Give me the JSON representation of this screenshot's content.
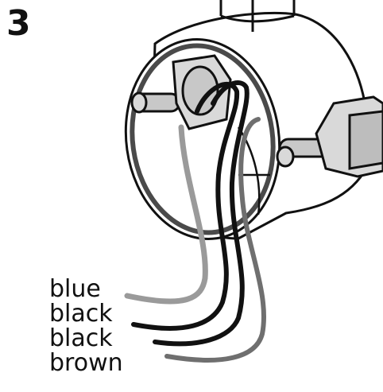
{
  "step": {
    "number": "3"
  },
  "wires": [
    {
      "label": "blue",
      "color": "#9a9a9a"
    },
    {
      "label": "black",
      "color": "#111111"
    },
    {
      "label": "black",
      "color": "#111111"
    },
    {
      "label": "brown",
      "color": "#6f6f6f"
    }
  ],
  "palette": {
    "outline": "#111111",
    "ring": "#4a4a4a",
    "box_fill": "#ffffff",
    "gland_fill": "#d9d9d9",
    "screw_fill": "#c8c8c8"
  }
}
